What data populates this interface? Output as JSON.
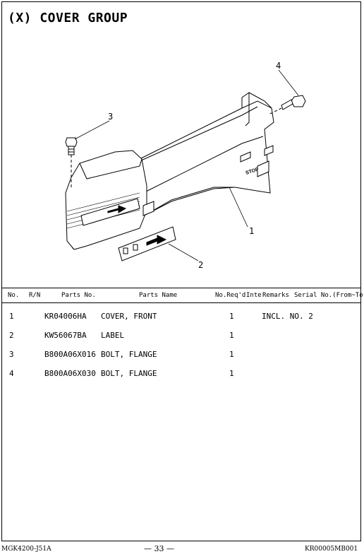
{
  "title": "(X)  COVER GROUP",
  "diagram": {
    "callouts": [
      "1",
      "2",
      "3",
      "4"
    ],
    "stop_text": "STOP"
  },
  "table": {
    "headers": {
      "no": "No.",
      "rn": "R/N",
      "parts_no": "Parts No.",
      "parts_name": "Parts Name",
      "no_reqd": "No.Req'd",
      "inte": "Inte",
      "remarks": "Remarks",
      "serial": "Serial No.(From~To)"
    },
    "rows": [
      {
        "no": "1",
        "parts_no": "KR04006HA",
        "parts_name": "COVER, FRONT",
        "qty": "1",
        "remarks": "INCL. NO. 2"
      },
      {
        "no": "2",
        "parts_no": "KW56067BA",
        "parts_name": "LABEL",
        "qty": "1",
        "remarks": ""
      },
      {
        "no": "3",
        "parts_no": "B800A06X016",
        "parts_name": "BOLT, FLANGE",
        "qty": "1",
        "remarks": ""
      },
      {
        "no": "4",
        "parts_no": "B800A06X030",
        "parts_name": "BOLT, FLANGE",
        "qty": "1",
        "remarks": ""
      }
    ]
  },
  "footer": {
    "model": "MGK4200-J51A",
    "page": "— 33 —",
    "code": "KR00005MB001"
  }
}
